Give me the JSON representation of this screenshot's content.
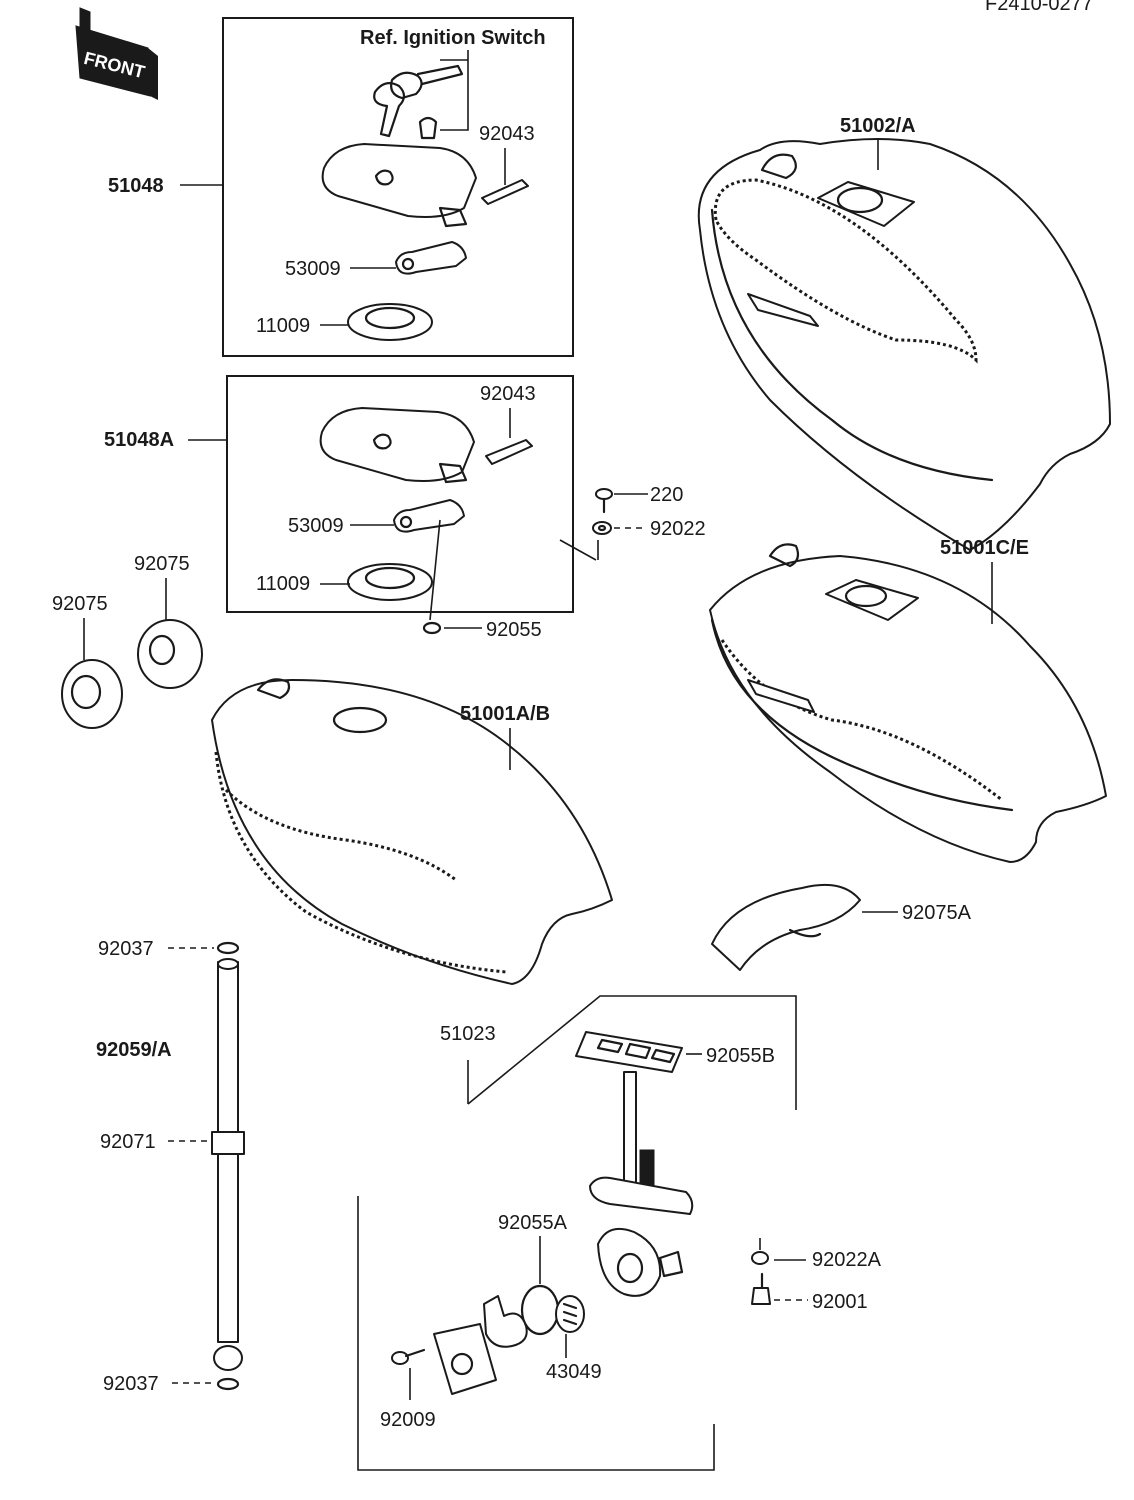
{
  "header": {
    "ref_code": "F2410-0277"
  },
  "front_badge": {
    "text": "FRONT"
  },
  "labels": {
    "ref_ignition": "Ref. Ignition Switch",
    "p51048": "51048",
    "p51048A": "51048A",
    "p92043_a": "92043",
    "p92043_b": "92043",
    "p53009_a": "53009",
    "p53009_b": "53009",
    "p11009_a": "11009",
    "p11009_b": "11009",
    "p92055": "92055",
    "p220": "220",
    "p92022": "92022",
    "p51002A": "51002/A",
    "p51001CE": "51001C/E",
    "p51001AB": "51001A/B",
    "p92075_a": "92075",
    "p92075_b": "92075",
    "p92075A": "92075A",
    "p92037_a": "92037",
    "p92037_b": "92037",
    "p92059A": "92059/A",
    "p92071": "92071",
    "p51023": "51023",
    "p92055B": "92055B",
    "p92055A": "92055A",
    "p43049": "43049",
    "p92009": "92009",
    "p92022A": "92022A",
    "p92001": "92001"
  }
}
